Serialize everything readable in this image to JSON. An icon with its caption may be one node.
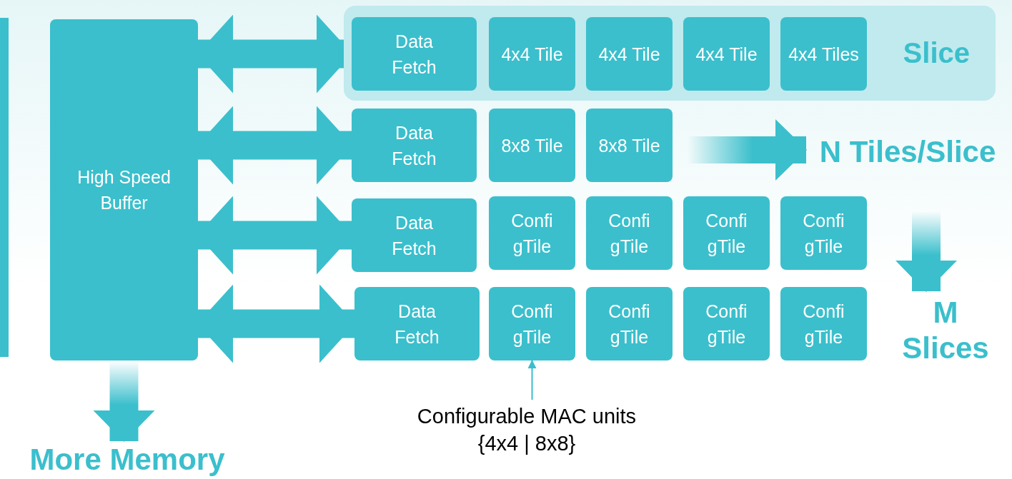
{
  "diagram": {
    "nodes": [
      {
        "text": [
          "High Speed Buffer"
        ]
      },
      {
        "text": [
          "Slice"
        ]
      },
      {
        "text": [
          "Data Fetch"
        ],
        "in": 1
      },
      {
        "text": [
          "4x4 Tile"
        ],
        "in": 1
      },
      {
        "text": [
          "4x4 Tile"
        ],
        "in": 1
      },
      {
        "text": [
          "4x4 Tile"
        ],
        "in": 1
      },
      {
        "text": [
          "4x4 Tiles"
        ],
        "in": 1
      },
      {
        "text": [
          "Data Fetch"
        ]
      },
      {
        "text": [
          "8x8 Tile"
        ]
      },
      {
        "text": [
          "8x8 Tile"
        ]
      },
      {
        "text": [
          "Data Fetch"
        ]
      },
      {
        "text": [
          "Confi gTile"
        ]
      },
      {
        "text": [
          "Confi gTile"
        ]
      },
      {
        "text": [
          "Confi gTile"
        ]
      },
      {
        "text": [
          "Confi gTile"
        ]
      },
      {
        "text": [
          "Data Fetch"
        ]
      },
      {
        "text": [
          "Confi gTile"
        ]
      },
      {
        "text": [
          "Confi gTile"
        ]
      },
      {
        "text": [
          "Confi gTile"
        ]
      },
      {
        "text": [
          "Confi gTile"
        ]
      },
      {
        "text": [
          "Configurable MAC units {4x4 | 8x8}"
        ]
      },
      {
        "text": [
          "More Memory"
        ]
      },
      {
        "text": [
          "N Tiles/Slice"
        ]
      },
      {
        "text": [
          "M Slices"
        ]
      }
    ],
    "edges": [
      {
        "from": 0,
        "to": 2,
        "arrow": "both"
      },
      {
        "from": 0,
        "to": 7,
        "arrow": "both"
      },
      {
        "from": 0,
        "to": 10,
        "arrow": "both"
      },
      {
        "from": 0,
        "to": 15,
        "arrow": "both"
      },
      {
        "from": 0,
        "to": 21,
        "arrow": "to"
      },
      {
        "from": 20,
        "to": 16,
        "arrow": "to"
      },
      {
        "from": null,
        "to": 22,
        "arrow": "to"
      },
      {
        "from": null,
        "to": 23,
        "arrow": "to"
      }
    ]
  }
}
